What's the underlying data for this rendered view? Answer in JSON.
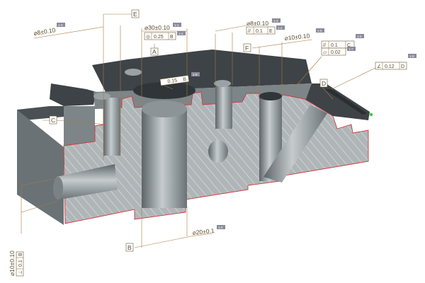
{
  "colors": {
    "body_top": "#3d4347",
    "body_front": "#7d8588",
    "body_side": "#6a7276",
    "section": "#aeb4b6",
    "hatch": "#e2e6e7",
    "section_edge": "#d0383e",
    "leader": "#a57a44",
    "label_text": "#5a4a2a",
    "tag": "#8a8a9a",
    "marker": "#2ecc40"
  },
  "tags": {
    "t1": "1-0",
    "t2": "1-1",
    "t3": "1-2",
    "t4": "1-3",
    "t5": "1-4",
    "t6": "1-5",
    "t7": "1-6",
    "t8": "1-7",
    "t9": "1-8",
    "t10": "1-9"
  },
  "datums": {
    "e_top": "E",
    "a": "A",
    "f": "F",
    "d": "D",
    "c": "C",
    "b": "B"
  },
  "dims": {
    "d8_left": "⌀8±0.10",
    "d30": "⌀30±0.10",
    "d8_right": "⌀8±0.10",
    "d10_right": "⌀10±0.10",
    "d20": "⌀20±0.1",
    "d10_left": "⌀10±0.10"
  },
  "fcf": {
    "concentric_sym": "◎",
    "concentric_val": "0.25",
    "concentric_ref": "B",
    "parallel_right_sym": "//",
    "parallel_right_val": "0.1",
    "parallel_right_ref": "E",
    "parallel_c_sym": "//",
    "parallel_c_val": "0.1",
    "parallel_c_ref": "C",
    "flat_sym": "▱",
    "flat_val": "0.02",
    "angular_sym": "∠",
    "angular_val": "0.12",
    "angular_ref": "D",
    "inner_val": "0.15",
    "inner_ref": "B",
    "perp_sym": "⊥",
    "perp_val": "0.1",
    "perp_ref": "B"
  }
}
